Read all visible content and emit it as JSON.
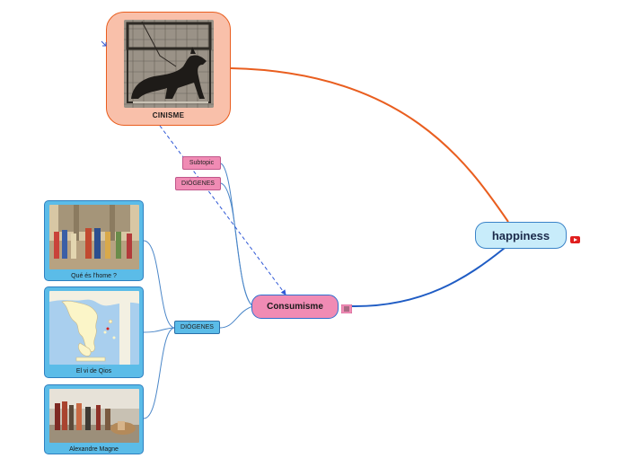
{
  "central": {
    "label": "happiness"
  },
  "consumisme": {
    "label": "Consumisme"
  },
  "cinisme": {
    "label": "CINISME"
  },
  "subtopic": {
    "label": "Subtopic"
  },
  "diogenes_pink": {
    "label": "DIÓGENES"
  },
  "diogenes_blue": {
    "label": "DIÓGENES"
  },
  "cards": [
    {
      "label": "Qué és l'home ?"
    },
    {
      "label": "El vi de Qios"
    },
    {
      "label": "Alexandre Magne"
    }
  ],
  "colors": {
    "central_fill": "#c8ecfa",
    "consumisme_fill": "#f08bb4",
    "cinisme_fill": "#f9c0aa",
    "orange_link": "#e95e1f",
    "blue_link": "#2f6fcf",
    "card_fill": "#5bbce8"
  },
  "icons": {
    "central": "youtube-icon",
    "consumisme": "notes-icon",
    "cinisme": "link-arrow-icon"
  }
}
